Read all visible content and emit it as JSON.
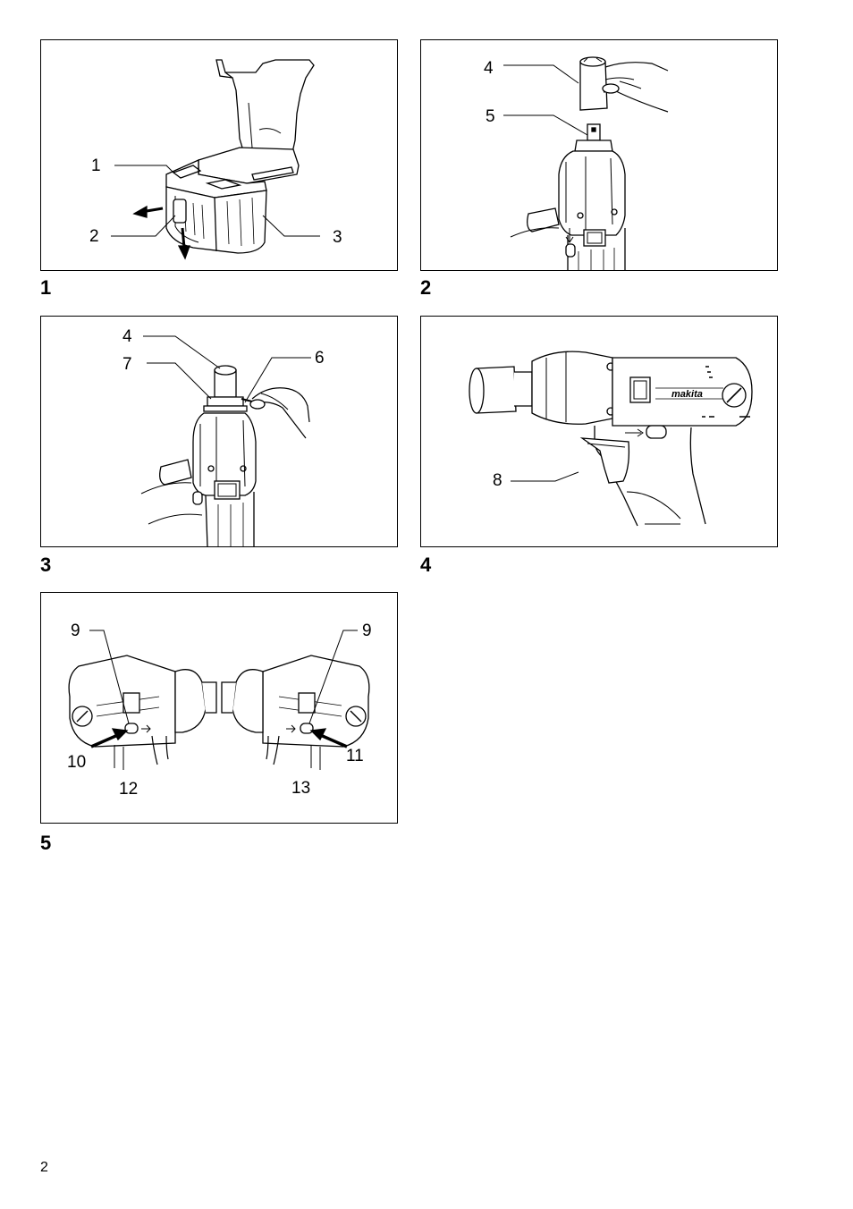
{
  "figures": [
    {
      "number": "1",
      "callouts": [
        "1",
        "2",
        "3"
      ],
      "icon": "battery-removal-illustration"
    },
    {
      "number": "2",
      "callouts": [
        "4",
        "5"
      ],
      "icon": "socket-installation-illustration"
    },
    {
      "number": "3",
      "callouts": [
        "4",
        "7",
        "6"
      ],
      "icon": "socket-pin-ring-illustration"
    },
    {
      "number": "4",
      "callouts": [
        "8"
      ],
      "icon": "switch-trigger-illustration"
    },
    {
      "number": "5",
      "callouts": [
        "9",
        "9",
        "10",
        "11",
        "12",
        "13"
      ],
      "icon": "reversing-switch-illustration"
    }
  ],
  "page_number": "2"
}
